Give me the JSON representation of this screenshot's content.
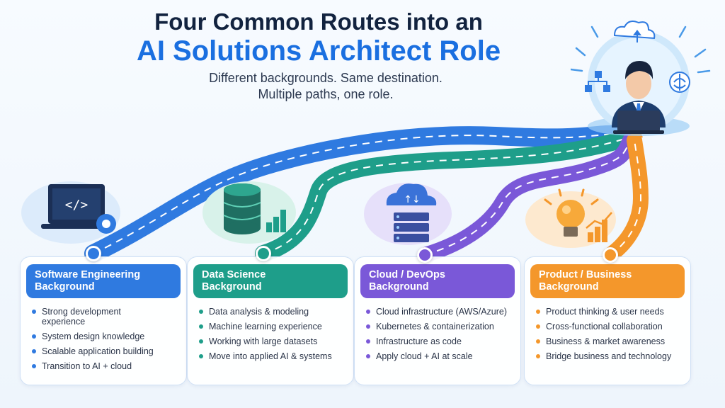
{
  "title": {
    "line1": "Four Common Routes into an",
    "line2": "AI Solutions Architect Role"
  },
  "subtitle": {
    "line1": "Different backgrounds. Same destination.",
    "line2": "Multiple paths, one role."
  },
  "colors": {
    "blue": "#2f7ae0",
    "teal": "#1e9e8a",
    "purple": "#7a58d8",
    "orange": "#f4972b"
  },
  "routes": [
    {
      "title_line1": "Software Engineering",
      "title_line2": "Background",
      "illustration": "code-laptop-icon",
      "bullets": [
        "Strong development experience",
        "System design knowledge",
        "Scalable application building",
        "Transition to AI + cloud"
      ]
    },
    {
      "title_line1": "Data Science",
      "title_line2": "Background",
      "illustration": "database-chart-icon",
      "bullets": [
        "Data analysis & modeling",
        "Machine learning experience",
        "Working with large datasets",
        "Move into applied AI & systems"
      ]
    },
    {
      "title_line1": "Cloud / DevOps",
      "title_line2": "Background",
      "illustration": "cloud-server-icon",
      "bullets": [
        "Cloud infrastructure (AWS/Azure)",
        "Kubernetes & containerization",
        "Infrastructure as code",
        "Apply cloud + AI at scale"
      ]
    },
    {
      "title_line1": "Product / Business",
      "title_line2": "Background",
      "illustration": "lightbulb-chart-icon",
      "bullets": [
        "Product thinking & user needs",
        "Cross-functional collaboration",
        "Business & market awareness",
        "Bridge business and technology"
      ]
    }
  ],
  "destination": {
    "illustration": "architect-avatar-icon"
  }
}
